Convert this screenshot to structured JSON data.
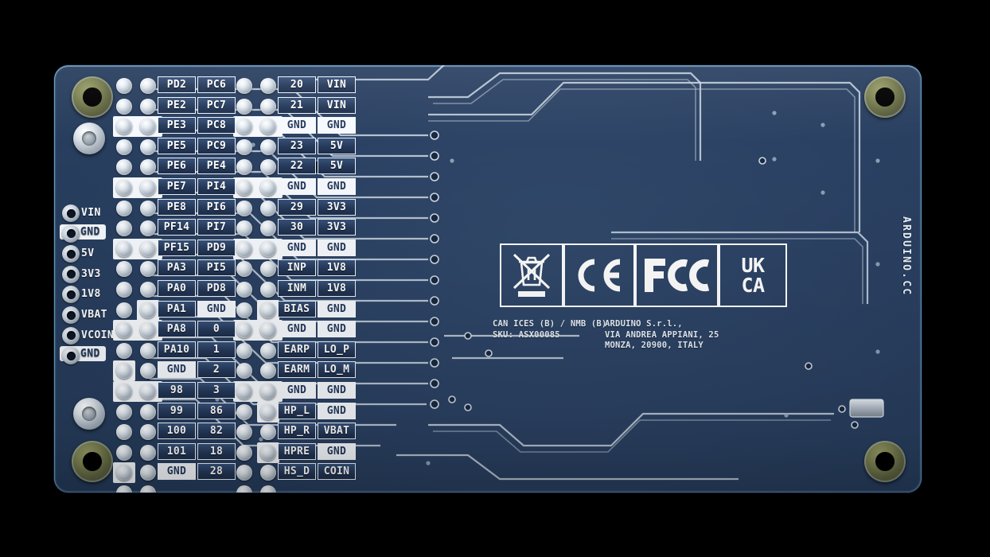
{
  "board": {
    "brand": "ARDUINO.CC",
    "colors": {
      "pcb": "#2b4163",
      "silkscreen": "#f6f9fd",
      "pad": "#dde4ea",
      "mount_hole": "#7d8353",
      "trace": "#cdd8e3"
    }
  },
  "left_power_pins": [
    {
      "label": "VIN",
      "style": "normal"
    },
    {
      "label": "GND",
      "style": "inverted"
    },
    {
      "label": "5V",
      "style": "normal"
    },
    {
      "label": "3V3",
      "style": "normal"
    },
    {
      "label": "1V8",
      "style": "normal"
    },
    {
      "label": "VBAT",
      "style": "normal"
    },
    {
      "label": "VCOIN",
      "style": "normal"
    },
    {
      "label": "GND",
      "style": "inverted"
    }
  ],
  "pin_rows": [
    {
      "c1": "PD2",
      "c1s": "normal",
      "c2": "PC6",
      "c2s": "normal",
      "c3": "20",
      "c3s": "normal",
      "c4": "VIN",
      "c4s": "normal"
    },
    {
      "c1": "PE2",
      "c1s": "normal",
      "c2": "PC7",
      "c2s": "normal",
      "c3": "21",
      "c3s": "normal",
      "c4": "VIN",
      "c4s": "normal"
    },
    {
      "c1": "PE3",
      "c1s": "normal",
      "c2": "PC8",
      "c2s": "normal",
      "c3": "GND",
      "c3s": "inverted",
      "c4": "GND",
      "c4s": "inverted"
    },
    {
      "c1": "PE5",
      "c1s": "normal",
      "c2": "PC9",
      "c2s": "normal",
      "c3": "23",
      "c3s": "normal",
      "c4": "5V",
      "c4s": "normal"
    },
    {
      "c1": "PE6",
      "c1s": "normal",
      "c2": "PE4",
      "c2s": "normal",
      "c3": "22",
      "c3s": "normal",
      "c4": "5V",
      "c4s": "normal"
    },
    {
      "c1": "PE7",
      "c1s": "normal",
      "c2": "PI4",
      "c2s": "normal",
      "c3": "GND",
      "c3s": "inverted",
      "c4": "GND",
      "c4s": "inverted"
    },
    {
      "c1": "PE8",
      "c1s": "normal",
      "c2": "PI6",
      "c2s": "normal",
      "c3": "29",
      "c3s": "normal",
      "c4": "3V3",
      "c4s": "normal"
    },
    {
      "c1": "PF14",
      "c1s": "normal",
      "c2": "PI7",
      "c2s": "normal",
      "c3": "30",
      "c3s": "normal",
      "c4": "3V3",
      "c4s": "normal"
    },
    {
      "c1": "PF15",
      "c1s": "normal",
      "c2": "PD9",
      "c2s": "normal",
      "c3": "GND",
      "c3s": "inverted",
      "c4": "GND",
      "c4s": "inverted"
    },
    {
      "c1": "PA3",
      "c1s": "normal",
      "c2": "PI5",
      "c2s": "normal",
      "c3": "INP",
      "c3s": "normal",
      "c4": "1V8",
      "c4s": "normal"
    },
    {
      "c1": "PA0",
      "c1s": "normal",
      "c2": "PD8",
      "c2s": "normal",
      "c3": "INM",
      "c3s": "normal",
      "c4": "1V8",
      "c4s": "normal"
    },
    {
      "c1": "PA1",
      "c1s": "normal",
      "c2": "GND",
      "c2s": "inverted",
      "c3": "BIAS",
      "c3s": "normal",
      "c4": "GND",
      "c4s": "inverted"
    },
    {
      "c1": "PA8",
      "c1s": "normal",
      "c2": "0",
      "c2s": "normal",
      "c3": "GND",
      "c3s": "inverted",
      "c4": "GND",
      "c4s": "inverted"
    },
    {
      "c1": "PA10",
      "c1s": "normal",
      "c2": "1",
      "c2s": "normal",
      "c3": "EARP",
      "c3s": "normal",
      "c4": "LO_P",
      "c4s": "normal"
    },
    {
      "c1": "GND",
      "c1s": "inverted",
      "c2": "2",
      "c2s": "normal",
      "c3": "EARM",
      "c3s": "normal",
      "c4": "LO_M",
      "c4s": "normal"
    },
    {
      "c1": "98",
      "c1s": "normal",
      "c2": "3",
      "c2s": "normal",
      "c3": "GND",
      "c3s": "inverted",
      "c4": "GND",
      "c4s": "inverted"
    },
    {
      "c1": "99",
      "c1s": "normal",
      "c2": "86",
      "c2s": "normal",
      "c3": "HP_L",
      "c3s": "normal",
      "c4": "GND",
      "c4s": "inverted"
    },
    {
      "c1": "100",
      "c1s": "normal",
      "c2": "82",
      "c2s": "normal",
      "c3": "HP_R",
      "c3s": "normal",
      "c4": "VBAT",
      "c4s": "normal"
    },
    {
      "c1": "101",
      "c1s": "normal",
      "c2": "18",
      "c2s": "normal",
      "c3": "HPRE",
      "c3s": "normal",
      "c4": "GND",
      "c4s": "inverted"
    },
    {
      "c1": "GND",
      "c1s": "inverted",
      "c2": "28",
      "c2s": "normal",
      "c3": "HS_D",
      "c3s": "normal",
      "c4": "COIN",
      "c4s": "normal"
    }
  ],
  "certifications": [
    {
      "name": "weee-crossed-out-bin",
      "text": ""
    },
    {
      "name": "ce-mark",
      "text": "CE"
    },
    {
      "name": "fcc-mark",
      "text": "FCC"
    },
    {
      "name": "ukca-mark",
      "text": "UK\nCA"
    }
  ],
  "regulatory_text": {
    "left": "CAN ICES (B) / NMB (B)\nSKU: ASX00085",
    "right": "ARDUINO S.r.l.,\nVIA ANDREA APPIANI, 25\nMONZA, 20900, ITALY"
  }
}
